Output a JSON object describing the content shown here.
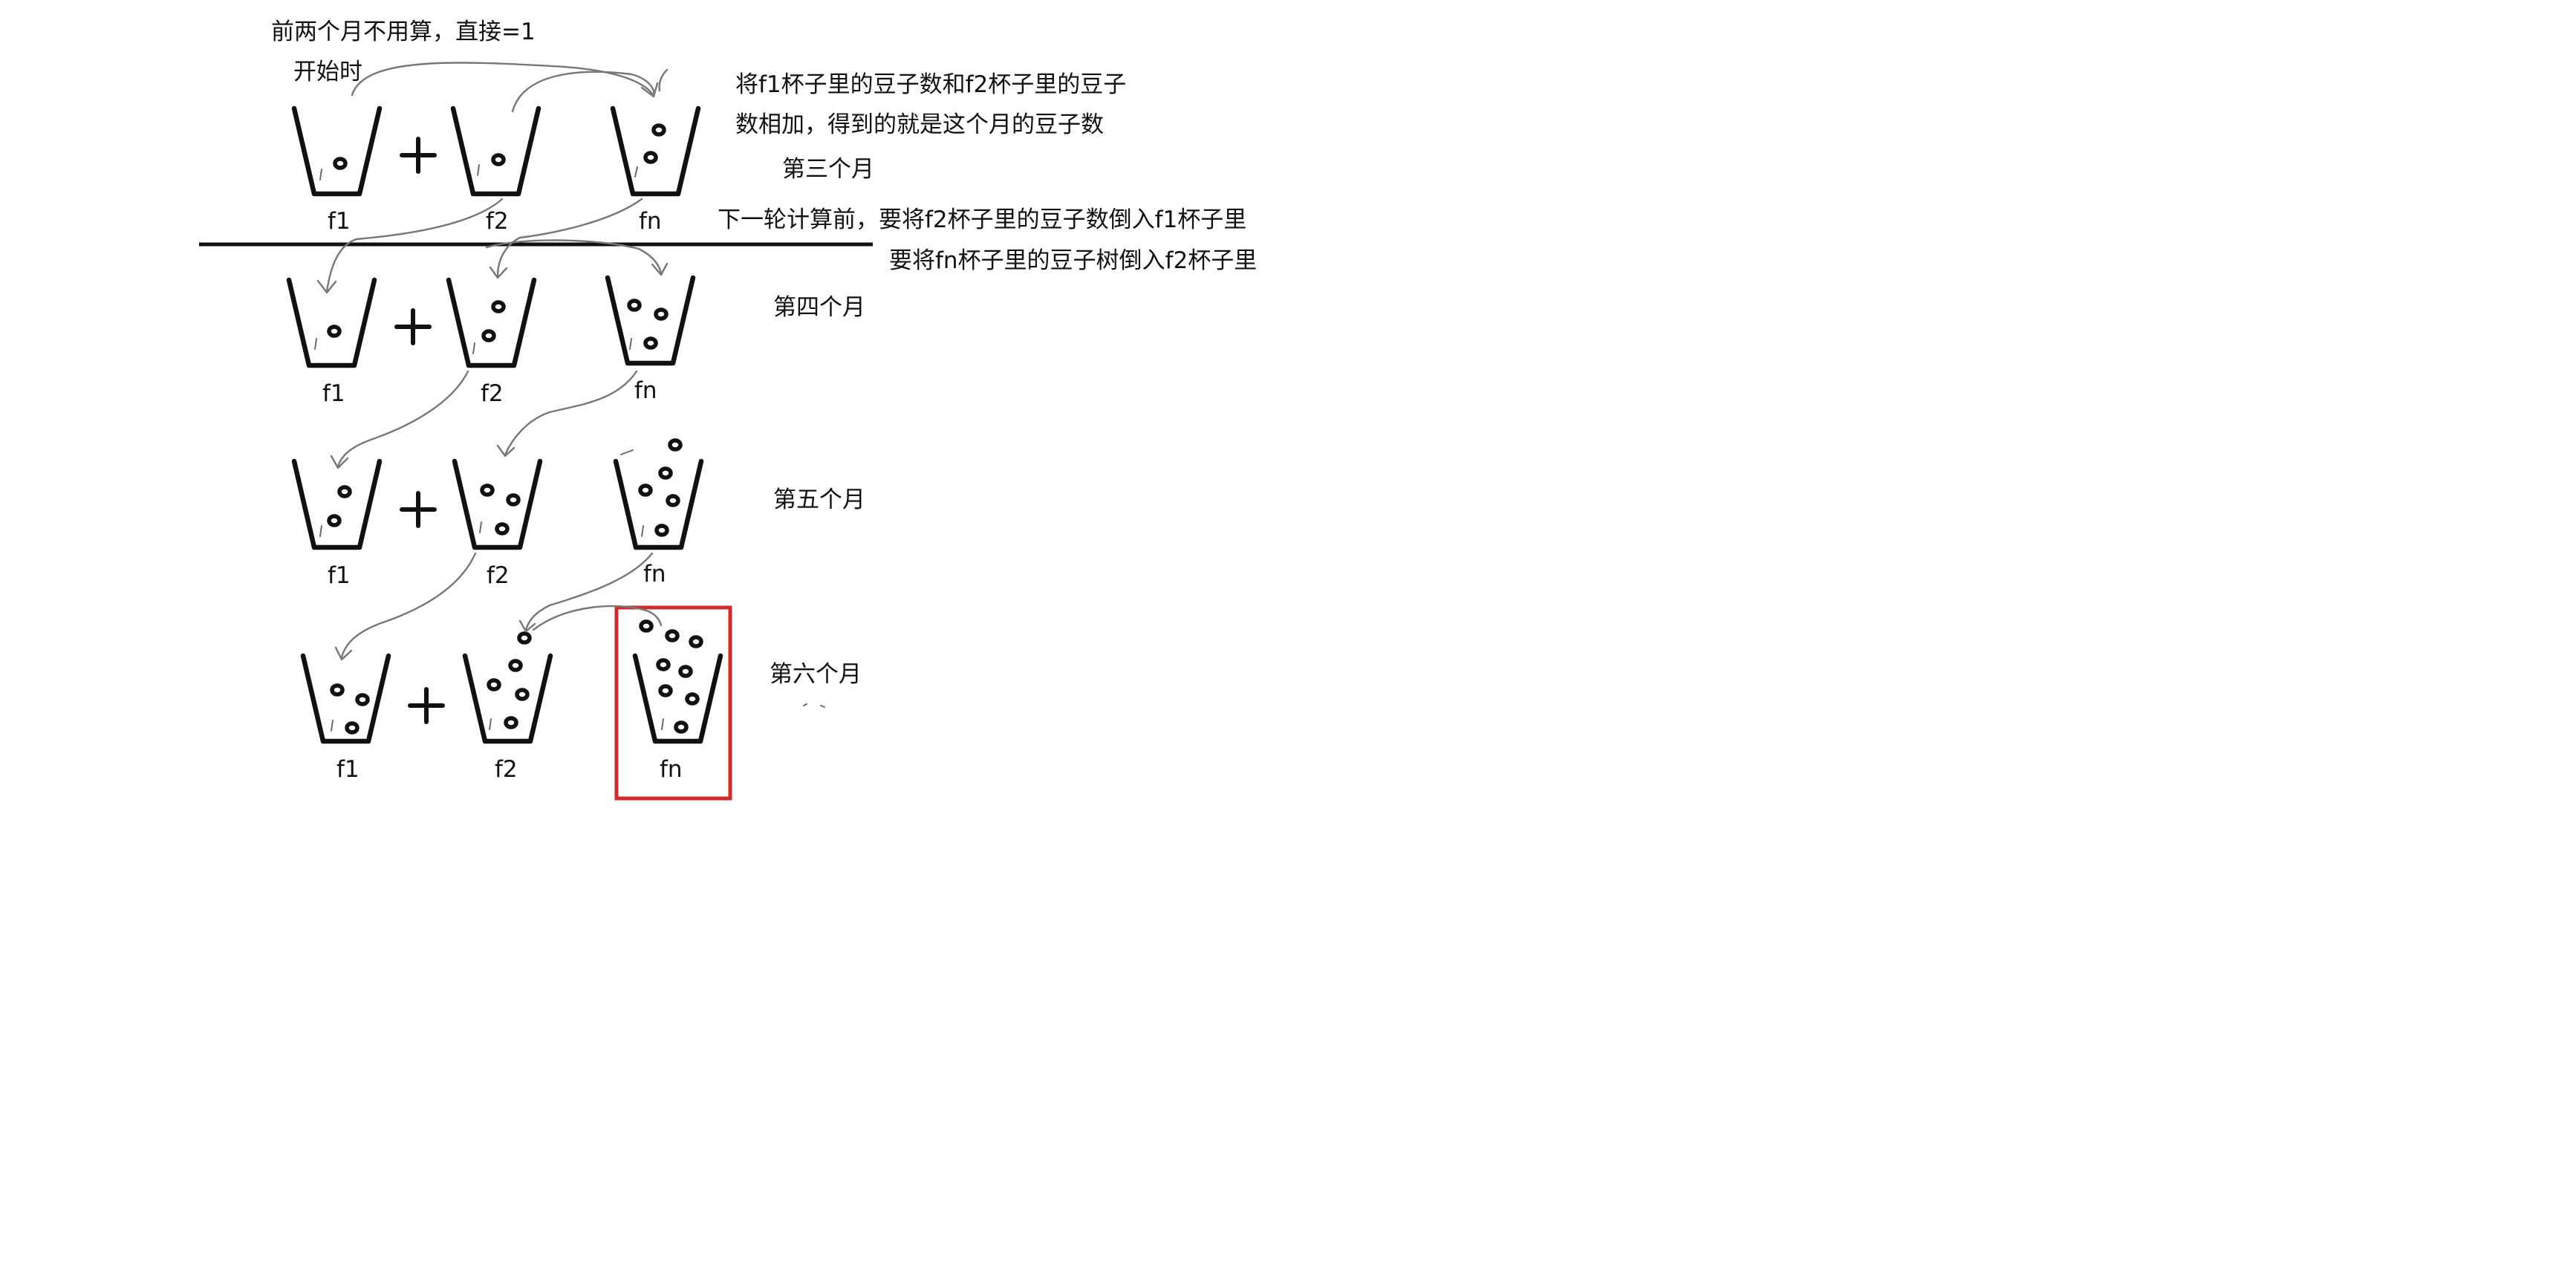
{
  "notes": {
    "first_two_months": "前两个月不用算，直接=1",
    "at_start": "开始时",
    "add_line1": "将f1杯子里的豆子数和f2杯子里的豆子",
    "add_line2": "数相加，得到的就是这个月的豆子数",
    "before_next1": "下一轮计算前，要将f2杯子里的豆子数倒入f1杯子里",
    "before_next2": "要将fn杯子里的豆子树倒入f2杯子里"
  },
  "cup_labels": {
    "f1": "f1",
    "f2": "f2",
    "fn": "fn"
  },
  "rows": [
    {
      "month": "第三个月",
      "beans": {
        "f1": 1,
        "f2": 1,
        "fn": 2
      }
    },
    {
      "month": "第四个月",
      "beans": {
        "f1": 1,
        "f2": 2,
        "fn": 3
      }
    },
    {
      "month": "第五个月",
      "beans": {
        "f1": 2,
        "f2": 3,
        "fn": 5
      }
    },
    {
      "month": "第六个月",
      "beans": {
        "f1": 3,
        "f2": 5,
        "fn": 8
      }
    }
  ],
  "plus_sign": "+",
  "highlight_color": "#d62a2a"
}
